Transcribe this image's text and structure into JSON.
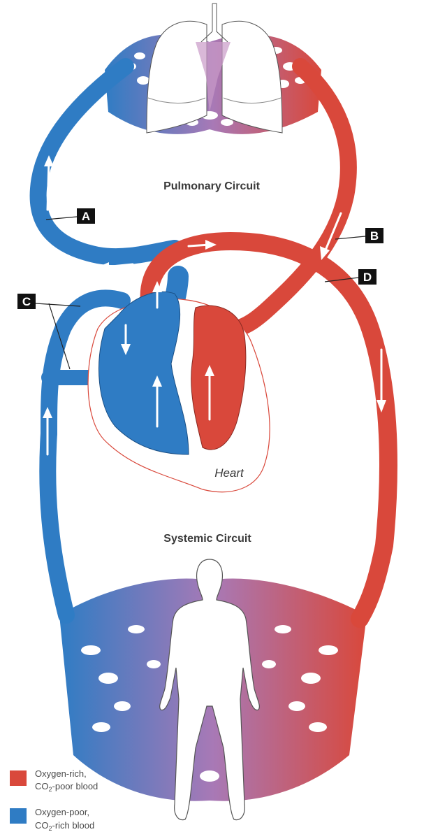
{
  "titles": {
    "pulmonary": "Pulmonary Circuit",
    "systemic": "Systemic Circuit",
    "heart": "Heart"
  },
  "callouts": {
    "a": "A",
    "b": "B",
    "c": "C",
    "d": "D"
  },
  "legend": {
    "oxygen_rich": {
      "line1": "Oxygen-rich,",
      "line2_pre": "CO",
      "line2_sub": "2",
      "line2_post": "-poor blood",
      "color": "#d9483b"
    },
    "oxygen_poor": {
      "line1": "Oxygen-poor,",
      "line2_pre": "CO",
      "line2_sub": "2",
      "line2_post": "-rich blood",
      "color": "#2f7cc4"
    }
  },
  "colors": {
    "artery": "#d9483b",
    "vein": "#2f7cc4",
    "capillary_mix": "#a879b6"
  }
}
